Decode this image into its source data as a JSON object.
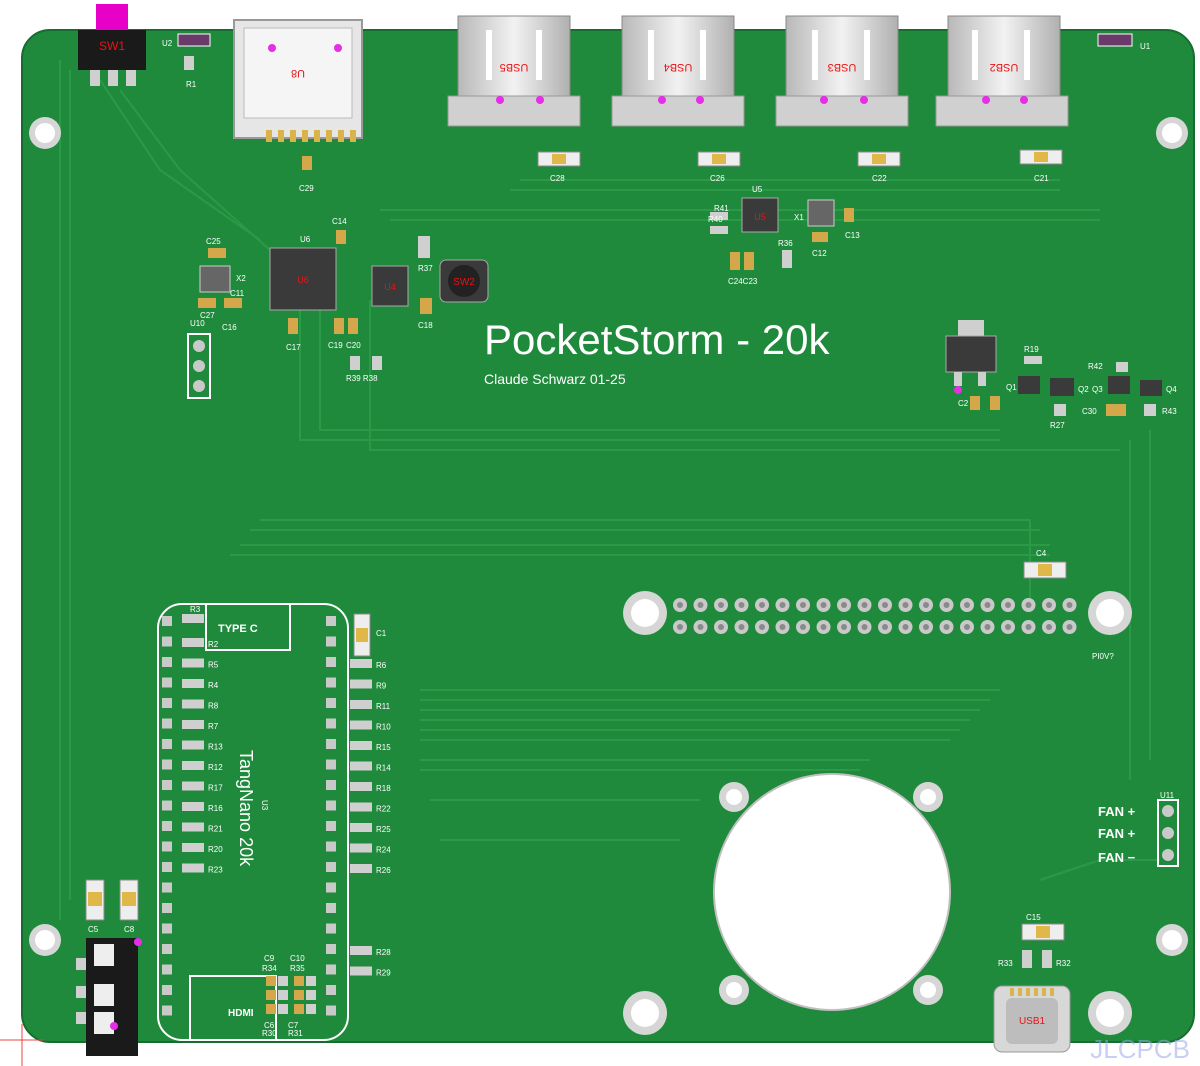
{
  "board": {
    "title": "PocketStorm - 20k",
    "subtitle": "Claude Schwarz 01-25",
    "watermark": "JLCPCB",
    "colors": {
      "pcb": "#1f8a3c",
      "pcb_edge": "#176d2f",
      "trace": "#2a9a47",
      "silk": "#ffffff",
      "pad": "#c9c9c9",
      "magenta": "#e62ee6",
      "chip": "#3a3a3a"
    }
  },
  "switches": {
    "sw1": "SW1",
    "sw2": "SW2"
  },
  "usb_a": [
    "USB5",
    "USB4",
    "USB3",
    "USB2"
  ],
  "usb_c": "USB1",
  "sd": "U8",
  "tangnano": {
    "label": "TangNano 20k",
    "ref": "U3",
    "type_c": "TYPE C",
    "hdmi": "HDMI"
  },
  "header": {
    "label": "PI0V?"
  },
  "fan": {
    "ref": "U11",
    "labels": [
      "FAN +",
      "FAN +",
      "FAN −"
    ]
  },
  "ics": {
    "u6": "U6",
    "u5": "U5",
    "u1": "U1",
    "u2": "U2",
    "u10": "U10",
    "u4": "U4",
    "x1": "X1",
    "x2": "X2"
  },
  "cap_labels": {
    "c28": "C28",
    "c26": "C26",
    "c22": "C22",
    "c21": "C21",
    "c29": "C29",
    "c14": "C14",
    "c25": "C25",
    "c27": "C27",
    "c11": "C11",
    "c16": "C16",
    "c17": "C17",
    "c19": "C19",
    "c20": "C20",
    "c18": "C18",
    "c13": "C13",
    "c12": "C12",
    "c24c23": "C24C23",
    "c2": "C2",
    "c30": "C30",
    "c4": "C4",
    "c1": "C1",
    "c5": "C5",
    "c8": "C8",
    "c15": "C15",
    "c9": "C9",
    "c10": "C10",
    "c6": "C6",
    "c7": "C7"
  },
  "res_labels": {
    "r1": "R1",
    "r41": "R41",
    "r40": "R40",
    "r36": "R36",
    "r37": "R37",
    "r39r38": "R39 R38",
    "r19": "R19",
    "r42": "R42",
    "r27": "R27",
    "r43": "R43",
    "r33": "R33",
    "r32": "R32",
    "r34": "R34",
    "r35": "R35",
    "r30": "R30",
    "r31": "R31"
  },
  "transistors": {
    "q1": "Q1",
    "q2": "Q2",
    "q3": "Q3",
    "q4": "Q4"
  },
  "res_left": [
    "R3",
    "R2",
    "R5",
    "R4",
    "R8",
    "R7",
    "R13",
    "R12",
    "R17",
    "R16",
    "R21",
    "R20",
    "R23"
  ],
  "res_right": [
    "R6",
    "R9",
    "R11",
    "R10",
    "R15",
    "R14",
    "R18",
    "R22",
    "R25",
    "R24",
    "R26"
  ],
  "res_right_bottom": [
    "R28",
    "R29"
  ]
}
